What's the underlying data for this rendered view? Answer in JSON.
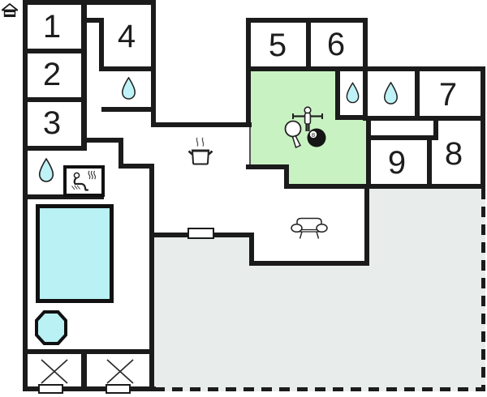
{
  "plan_title": "holiday-home-floor-plan",
  "rooms": {
    "r1": {
      "label": "1"
    },
    "r2": {
      "label": "2"
    },
    "r3": {
      "label": "3"
    },
    "r4": {
      "label": "4"
    },
    "r5": {
      "label": "5"
    },
    "r6": {
      "label": "6"
    },
    "r7": {
      "label": "7"
    },
    "r8": {
      "label": "8"
    },
    "r9": {
      "label": "9"
    }
  },
  "icons": {
    "entrance_marker": "house-icon",
    "bathroom_marker": "water-drop-icon",
    "bathroom_count": 4,
    "sauna": "sauna-icon",
    "kitchen": "cooking-pot-icon",
    "living_room": "sofa-icon",
    "game_room": [
      "table-tennis-paddle-icon",
      "foosball-player-icon",
      "billiard-8-ball-icon"
    ],
    "billiard_ball_label": "8",
    "pool": "swimming-pool-rectangle",
    "hot_tub": "octagon-tub",
    "utility_marker": "x-mark",
    "window_marker": "window-opening"
  },
  "colors": {
    "wall": "#1b1b1b",
    "water_cyan": "#b9f1f5",
    "activity_green": "#c9f2c2",
    "terrace_grey": "#e8edeb",
    "background": "#ffffff"
  }
}
